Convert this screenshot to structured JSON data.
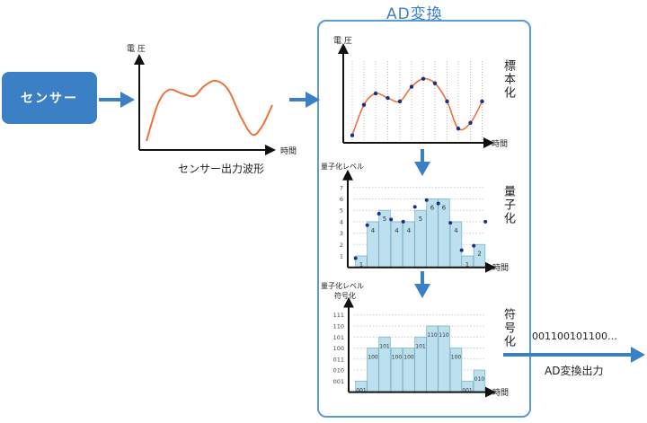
{
  "sensor": {
    "label": "センサー"
  },
  "waveform": {
    "y_label": "電 圧",
    "x_label": "時間",
    "caption": "センサー出力波形"
  },
  "ad": {
    "title": "AD変換",
    "sampling": {
      "y_label": "電 圧",
      "x_label": "時間",
      "side_label": "標本化",
      "samples": [
        0.5,
        3.2,
        4.2,
        3.8,
        3.5,
        4.8,
        5.5,
        5.1,
        3.5,
        1.1,
        1.6,
        3.5
      ]
    },
    "quantization": {
      "y_label": "量子化レベル",
      "x_label": "時間",
      "side_label": "量子化",
      "levels_axis": [
        "1",
        "2",
        "3",
        "4",
        "5",
        "6",
        "7"
      ],
      "sample_values": [
        0.8,
        3.7,
        4.7,
        4.2,
        4.0,
        5.3,
        5.9,
        5.6,
        3.9,
        1.5,
        1.9,
        4.0
      ],
      "quantized": [
        1,
        4,
        5,
        4,
        4,
        5,
        6,
        6,
        4,
        1,
        2
      ],
      "bar_labels": [
        "1",
        "4",
        "5",
        "4",
        "4",
        "5",
        "6",
        "6",
        "4",
        "1",
        "2"
      ]
    },
    "coding": {
      "y_label": "量子化レベル",
      "y_label2": "符号化",
      "x_label": "時間",
      "side_label": "符号化",
      "levels_axis": [
        "001",
        "010",
        "011",
        "100",
        "101",
        "110",
        "111"
      ],
      "codes": [
        "001",
        "100",
        "101",
        "100",
        "100",
        "101",
        "110",
        "110",
        "100",
        "001",
        "010"
      ]
    }
  },
  "output": {
    "bits": "001100101100…",
    "label": "AD変換出力"
  },
  "colors": {
    "accent": "#3b7fc4",
    "curve": "#f0703c",
    "bar": "#bde0ee",
    "bar_stroke": "#7fb3cc",
    "dot": "#1a2e8a"
  }
}
